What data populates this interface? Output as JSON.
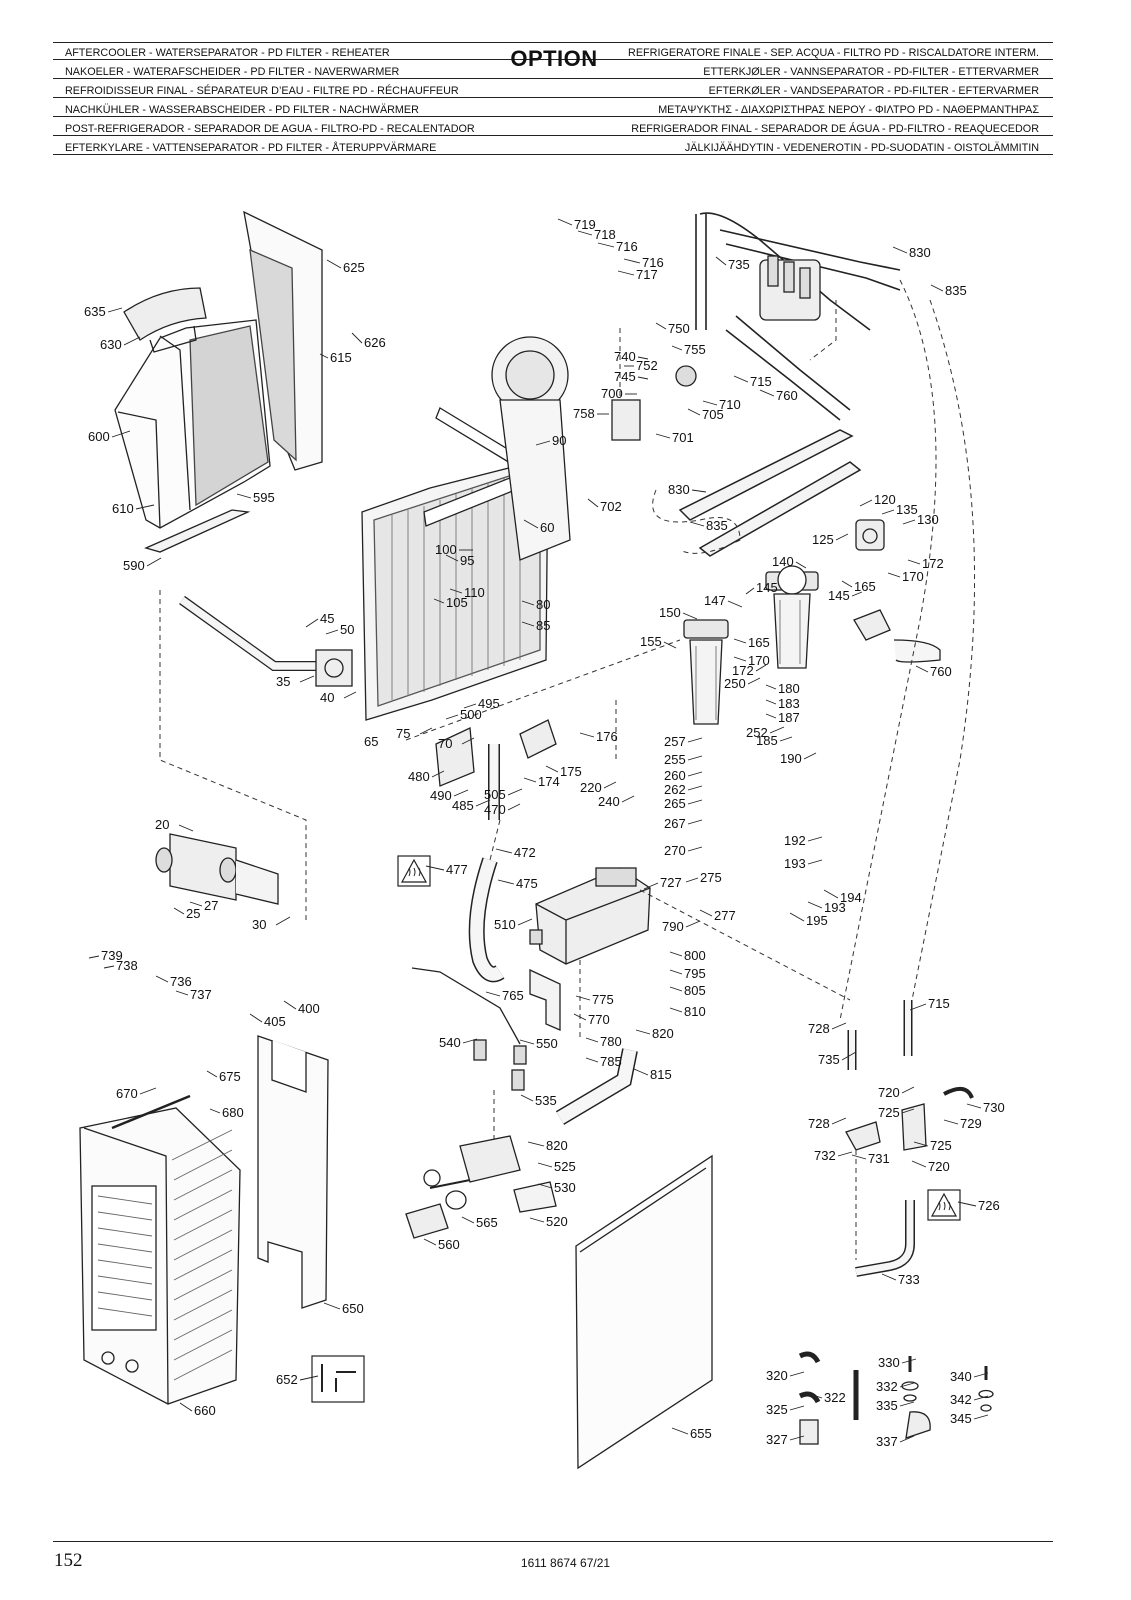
{
  "header": {
    "title": "OPTION",
    "left_lines": [
      "AFTERCOOLER - WATERSEPARATOR - PD FILTER - REHEATER",
      "NAKOELER - WATERAFSCHEIDER - PD FILTER - NAVERWARMER",
      "REFROIDISSEUR FINAL - SÉPARATEUR D’EAU - FILTRE PD - RÉCHAUFFEUR",
      "NACHKÜHLER - WASSERABSCHEIDER - PD FILTER - NACHWÄRMER",
      "POST-REFRIGERADOR - SEPARADOR DE AGUA - FILTRO-PD - RECALENTADOR",
      "EFTERKYLARE - VATTENSEPARATOR - PD FILTER - ÅTERUPPVÄRMARE"
    ],
    "right_lines": [
      "REFRIGERATORE FINALE - SEP. ACQUA - FILTRO PD - RISCALDATORE INTERM.",
      "ETTERKJØLER - VANNSEPARATOR - PD-FILTER - ETTERVARMER",
      "EFTERKØLER - VANDSEPARATOR - PD-FILTER - EFTERVARMER",
      "ΜΕΤΑΨΥΚΤΗΣ - ΔΙΑΧΩΡΙΣΤΗΡΑΣ ΝΕΡΟΥ - ΦΙΛΤΡΟ PD - ΝΑΘΕΡΜΑΝΤΗΡΑΣ",
      "REFRIGERADOR FINAL - SEPARADOR DE ÁGUA - PD-FILTRO - REAQUECEDOR",
      "JÄLKIJÄÄHDYTIN - VEDENEROTIN - PD-SUODATIN - OISTOLÄMMITIN"
    ]
  },
  "parts": [
    {
      "n": "719"
    },
    {
      "n": "718"
    },
    {
      "n": "716"
    },
    {
      "n": "716"
    },
    {
      "n": "717"
    },
    {
      "n": "735"
    },
    {
      "n": "830"
    },
    {
      "n": "835"
    },
    {
      "n": "625"
    },
    {
      "n": "635"
    },
    {
      "n": "630"
    },
    {
      "n": "626"
    },
    {
      "n": "615"
    },
    {
      "n": "600"
    },
    {
      "n": "610"
    },
    {
      "n": "595"
    },
    {
      "n": "590"
    },
    {
      "n": "750"
    },
    {
      "n": "755"
    },
    {
      "n": "740"
    },
    {
      "n": "752"
    },
    {
      "n": "745"
    },
    {
      "n": "715"
    },
    {
      "n": "700"
    },
    {
      "n": "710"
    },
    {
      "n": "705"
    },
    {
      "n": "760"
    },
    {
      "n": "758"
    },
    {
      "n": "701"
    },
    {
      "n": "90"
    },
    {
      "n": "702"
    },
    {
      "n": "830"
    },
    {
      "n": "835"
    },
    {
      "n": "120"
    },
    {
      "n": "135"
    },
    {
      "n": "130"
    },
    {
      "n": "125"
    },
    {
      "n": "172"
    },
    {
      "n": "170"
    },
    {
      "n": "140"
    },
    {
      "n": "165"
    },
    {
      "n": "145"
    },
    {
      "n": "145"
    },
    {
      "n": "147"
    },
    {
      "n": "60"
    },
    {
      "n": "100"
    },
    {
      "n": "95"
    },
    {
      "n": "110"
    },
    {
      "n": "105"
    },
    {
      "n": "80"
    },
    {
      "n": "85"
    },
    {
      "n": "45"
    },
    {
      "n": "50"
    },
    {
      "n": "35"
    },
    {
      "n": "40"
    },
    {
      "n": "150"
    },
    {
      "n": "155"
    },
    {
      "n": "165"
    },
    {
      "n": "170"
    },
    {
      "n": "172"
    },
    {
      "n": "250"
    },
    {
      "n": "180"
    },
    {
      "n": "183"
    },
    {
      "n": "187"
    },
    {
      "n": "252"
    },
    {
      "n": "185"
    },
    {
      "n": "190"
    },
    {
      "n": "760"
    },
    {
      "n": "495"
    },
    {
      "n": "500"
    },
    {
      "n": "75"
    },
    {
      "n": "70"
    },
    {
      "n": "65"
    },
    {
      "n": "176"
    },
    {
      "n": "175"
    },
    {
      "n": "174"
    },
    {
      "n": "220"
    },
    {
      "n": "240"
    },
    {
      "n": "480"
    },
    {
      "n": "490"
    },
    {
      "n": "485"
    },
    {
      "n": "505"
    },
    {
      "n": "470"
    },
    {
      "n": "257"
    },
    {
      "n": "255"
    },
    {
      "n": "260"
    },
    {
      "n": "262"
    },
    {
      "n": "265"
    },
    {
      "n": "267"
    },
    {
      "n": "270"
    },
    {
      "n": "275"
    },
    {
      "n": "277"
    },
    {
      "n": "192"
    },
    {
      "n": "193"
    },
    {
      "n": "194"
    },
    {
      "n": "193"
    },
    {
      "n": "195"
    },
    {
      "n": "20"
    },
    {
      "n": "27"
    },
    {
      "n": "25"
    },
    {
      "n": "30"
    },
    {
      "n": "472"
    },
    {
      "n": "477"
    },
    {
      "n": "475"
    },
    {
      "n": "727"
    },
    {
      "n": "510"
    },
    {
      "n": "790"
    },
    {
      "n": "800"
    },
    {
      "n": "795"
    },
    {
      "n": "805"
    },
    {
      "n": "810"
    },
    {
      "n": "739"
    },
    {
      "n": "738"
    },
    {
      "n": "736"
    },
    {
      "n": "737"
    },
    {
      "n": "400"
    },
    {
      "n": "405"
    },
    {
      "n": "765"
    },
    {
      "n": "775"
    },
    {
      "n": "770"
    },
    {
      "n": "820"
    },
    {
      "n": "780"
    },
    {
      "n": "785"
    },
    {
      "n": "815"
    },
    {
      "n": "550"
    },
    {
      "n": "540"
    },
    {
      "n": "535"
    },
    {
      "n": "715"
    },
    {
      "n": "728"
    },
    {
      "n": "735"
    },
    {
      "n": "720"
    },
    {
      "n": "730"
    },
    {
      "n": "725"
    },
    {
      "n": "729"
    },
    {
      "n": "728"
    },
    {
      "n": "725"
    },
    {
      "n": "732"
    },
    {
      "n": "731"
    },
    {
      "n": "720"
    },
    {
      "n": "726"
    },
    {
      "n": "733"
    },
    {
      "n": "675"
    },
    {
      "n": "670"
    },
    {
      "n": "680"
    },
    {
      "n": "650"
    },
    {
      "n": "660"
    },
    {
      "n": "652"
    },
    {
      "n": "820"
    },
    {
      "n": "525"
    },
    {
      "n": "530"
    },
    {
      "n": "520"
    },
    {
      "n": "565"
    },
    {
      "n": "560"
    },
    {
      "n": "655"
    },
    {
      "n": "320"
    },
    {
      "n": "322"
    },
    {
      "n": "325"
    },
    {
      "n": "327"
    },
    {
      "n": "330"
    },
    {
      "n": "332"
    },
    {
      "n": "335"
    },
    {
      "n": "337"
    },
    {
      "n": "340"
    },
    {
      "n": "342"
    },
    {
      "n": "345"
    }
  ],
  "footer": {
    "page_number": "152",
    "doc_number": "1611 8674 67/21"
  }
}
